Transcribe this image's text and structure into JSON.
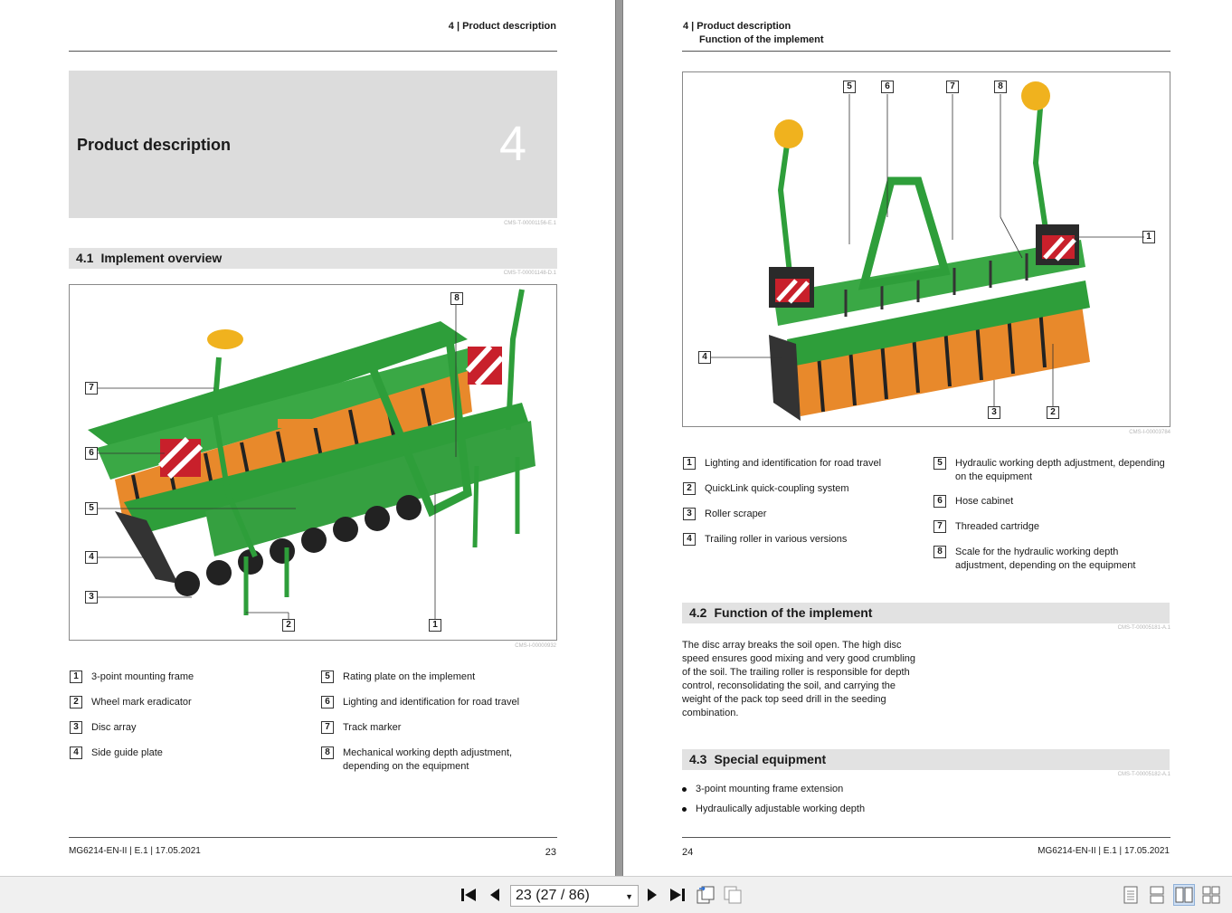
{
  "left_page": {
    "header": "4 | Product description",
    "chapter": {
      "title": "Product description",
      "number": "4"
    },
    "cms_chapter": "CMS-T-00001156-E.1",
    "section": {
      "number": "4.1",
      "title": "Implement overview"
    },
    "cms_section": "CMS-T-00001148-D.1",
    "figure_code": "CMS-I-00000932",
    "callouts": [
      "8",
      "7",
      "6",
      "5",
      "4",
      "3",
      "2",
      "1"
    ],
    "legend": [
      {
        "n": "1",
        "text": "3-point mounting frame"
      },
      {
        "n": "2",
        "text": "Wheel mark eradicator"
      },
      {
        "n": "3",
        "text": "Disc array"
      },
      {
        "n": "4",
        "text": "Side guide plate"
      },
      {
        "n": "5",
        "text": "Rating plate on the implement"
      },
      {
        "n": "6",
        "text": "Lighting and identification for road travel"
      },
      {
        "n": "7",
        "text": "Track marker"
      },
      {
        "n": "8",
        "text": "Mechanical working depth adjustment, depending on the equipment"
      }
    ],
    "footer": "MG6214-EN-II | E.1 | 17.05.2021",
    "page_number": "23"
  },
  "right_page": {
    "header_line1": "4 | Product description",
    "header_line2": "Function of the implement",
    "figure_code": "CMS-I-00003784",
    "callouts": [
      "5",
      "6",
      "7",
      "8",
      "1",
      "4",
      "3",
      "2"
    ],
    "legend": [
      {
        "n": "1",
        "text": "Lighting and identification for road travel"
      },
      {
        "n": "2",
        "text": "QuickLink quick-coupling system"
      },
      {
        "n": "3",
        "text": "Roller scraper"
      },
      {
        "n": "4",
        "text": "Trailing roller in various versions"
      },
      {
        "n": "5",
        "text": "Hydraulic working depth adjustment, depending on the equipment"
      },
      {
        "n": "6",
        "text": "Hose cabinet"
      },
      {
        "n": "7",
        "text": "Threaded cartridge"
      },
      {
        "n": "8",
        "text": "Scale for the hydraulic working depth adjustment, depending on the equipment"
      }
    ],
    "section2": {
      "number": "4.2",
      "title": "Function of the implement"
    },
    "cms_section2": "CMS-T-00005181-A.1",
    "paragraph": "The disc array breaks the soil open. The high disc speed ensures good mixing and very good crumbling of the soil. The trailing roller is responsible for depth control, reconsolidating the soil, and carrying the weight of the pack top seed drill in the seeding combination.",
    "section3": {
      "number": "4.3",
      "title": "Special equipment"
    },
    "cms_section3": "CMS-T-00005182-A.1",
    "bullets": [
      "3-point mounting frame extension",
      "Hydraulically adjustable working depth"
    ],
    "page_number": "24",
    "footer": "MG6214-EN-II | E.1 | 17.05.2021"
  },
  "toolbar": {
    "page_indicator": "23 (27 / 86)",
    "icons": [
      "first-page-icon",
      "previous-page-icon",
      "next-page-icon",
      "last-page-icon",
      "extract-pages-icon",
      "insert-pages-icon",
      "single-page-view-icon",
      "continuous-view-icon",
      "facing-pages-view-icon",
      "continuous-facing-view-icon"
    ]
  },
  "colors": {
    "implement_green": "#2e9e3a",
    "roller_orange": "#e8892b",
    "marker_yellow": "#f0b21e",
    "section_bar": "#e2e2e2",
    "chapter_box": "#dcdcdc"
  }
}
